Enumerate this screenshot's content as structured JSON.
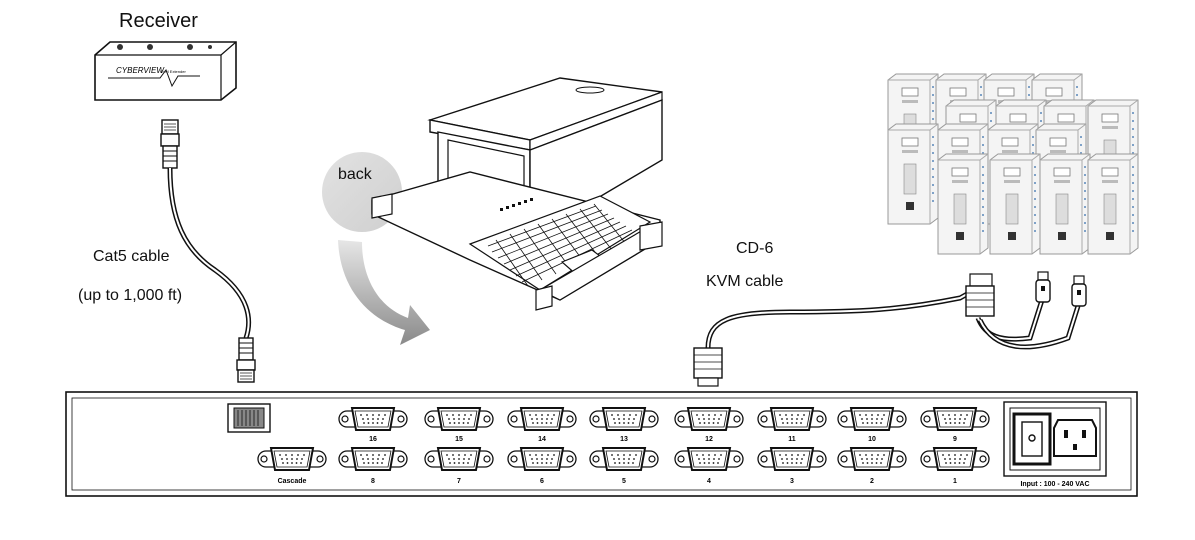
{
  "labels": {
    "receiver": "Receiver",
    "back": "back",
    "cat5_line1": "Cat5 cable",
    "cat5_line2": "(up to 1,000 ft)",
    "cd6_line1": "CD-6",
    "cd6_line2": "KVM cable"
  },
  "receiver_device": {
    "brand": "CYBERVIEW",
    "caption": "KVM Extender"
  },
  "rear_panel": {
    "ports_top": [
      "16",
      "15",
      "14",
      "13",
      "12",
      "11",
      "10",
      "9"
    ],
    "ports_bottom": [
      "8",
      "7",
      "6",
      "5",
      "4",
      "3",
      "2",
      "1"
    ],
    "cascade_label": "Cascade",
    "power_label": "Input : 100 - 240 VAC"
  },
  "colors": {
    "line": "#111111",
    "gray_bubble": "#d9d9d9",
    "arrow_gray": "#9a9a9a",
    "server_fill": "#f4f4f4"
  }
}
